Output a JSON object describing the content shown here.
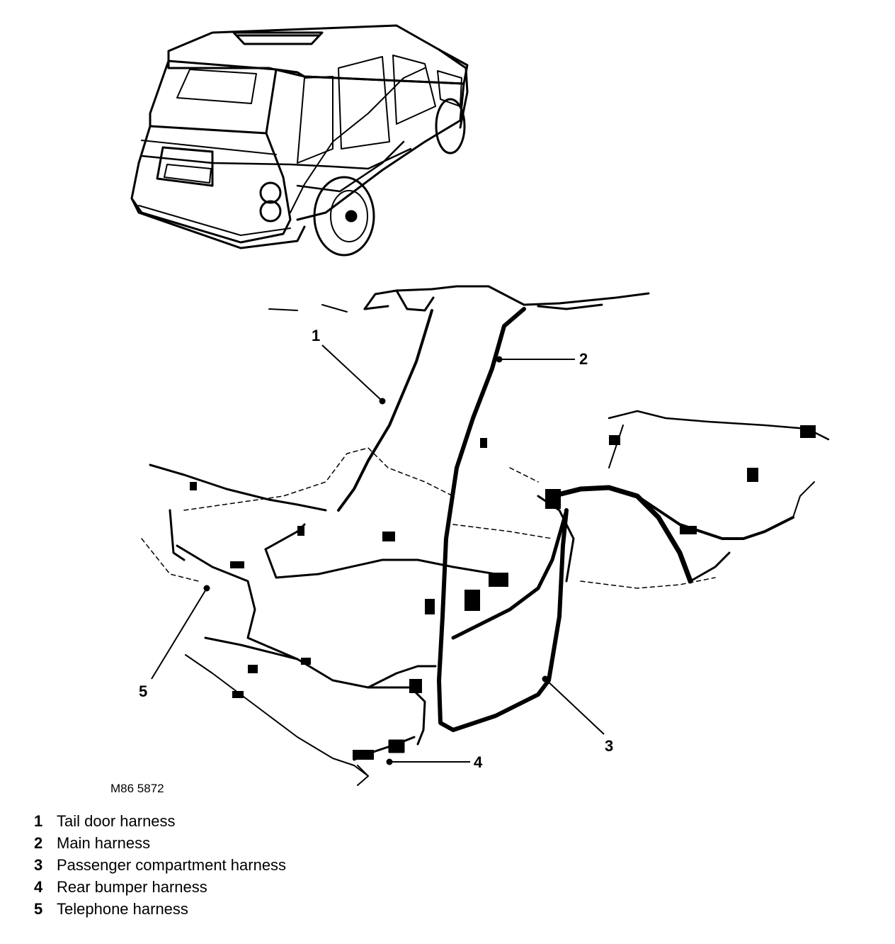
{
  "figure_ref": "M86 5872",
  "callouts": [
    "1",
    "2",
    "3",
    "4",
    "5"
  ],
  "legend": [
    {
      "number": "1",
      "label": "Tail door harness"
    },
    {
      "number": "2",
      "label": "Main harness"
    },
    {
      "number": "3",
      "label": "Passenger compartment harness"
    },
    {
      "number": "4",
      "label": "Rear bumper harness"
    },
    {
      "number": "5",
      "label": "Telephone harness"
    }
  ]
}
